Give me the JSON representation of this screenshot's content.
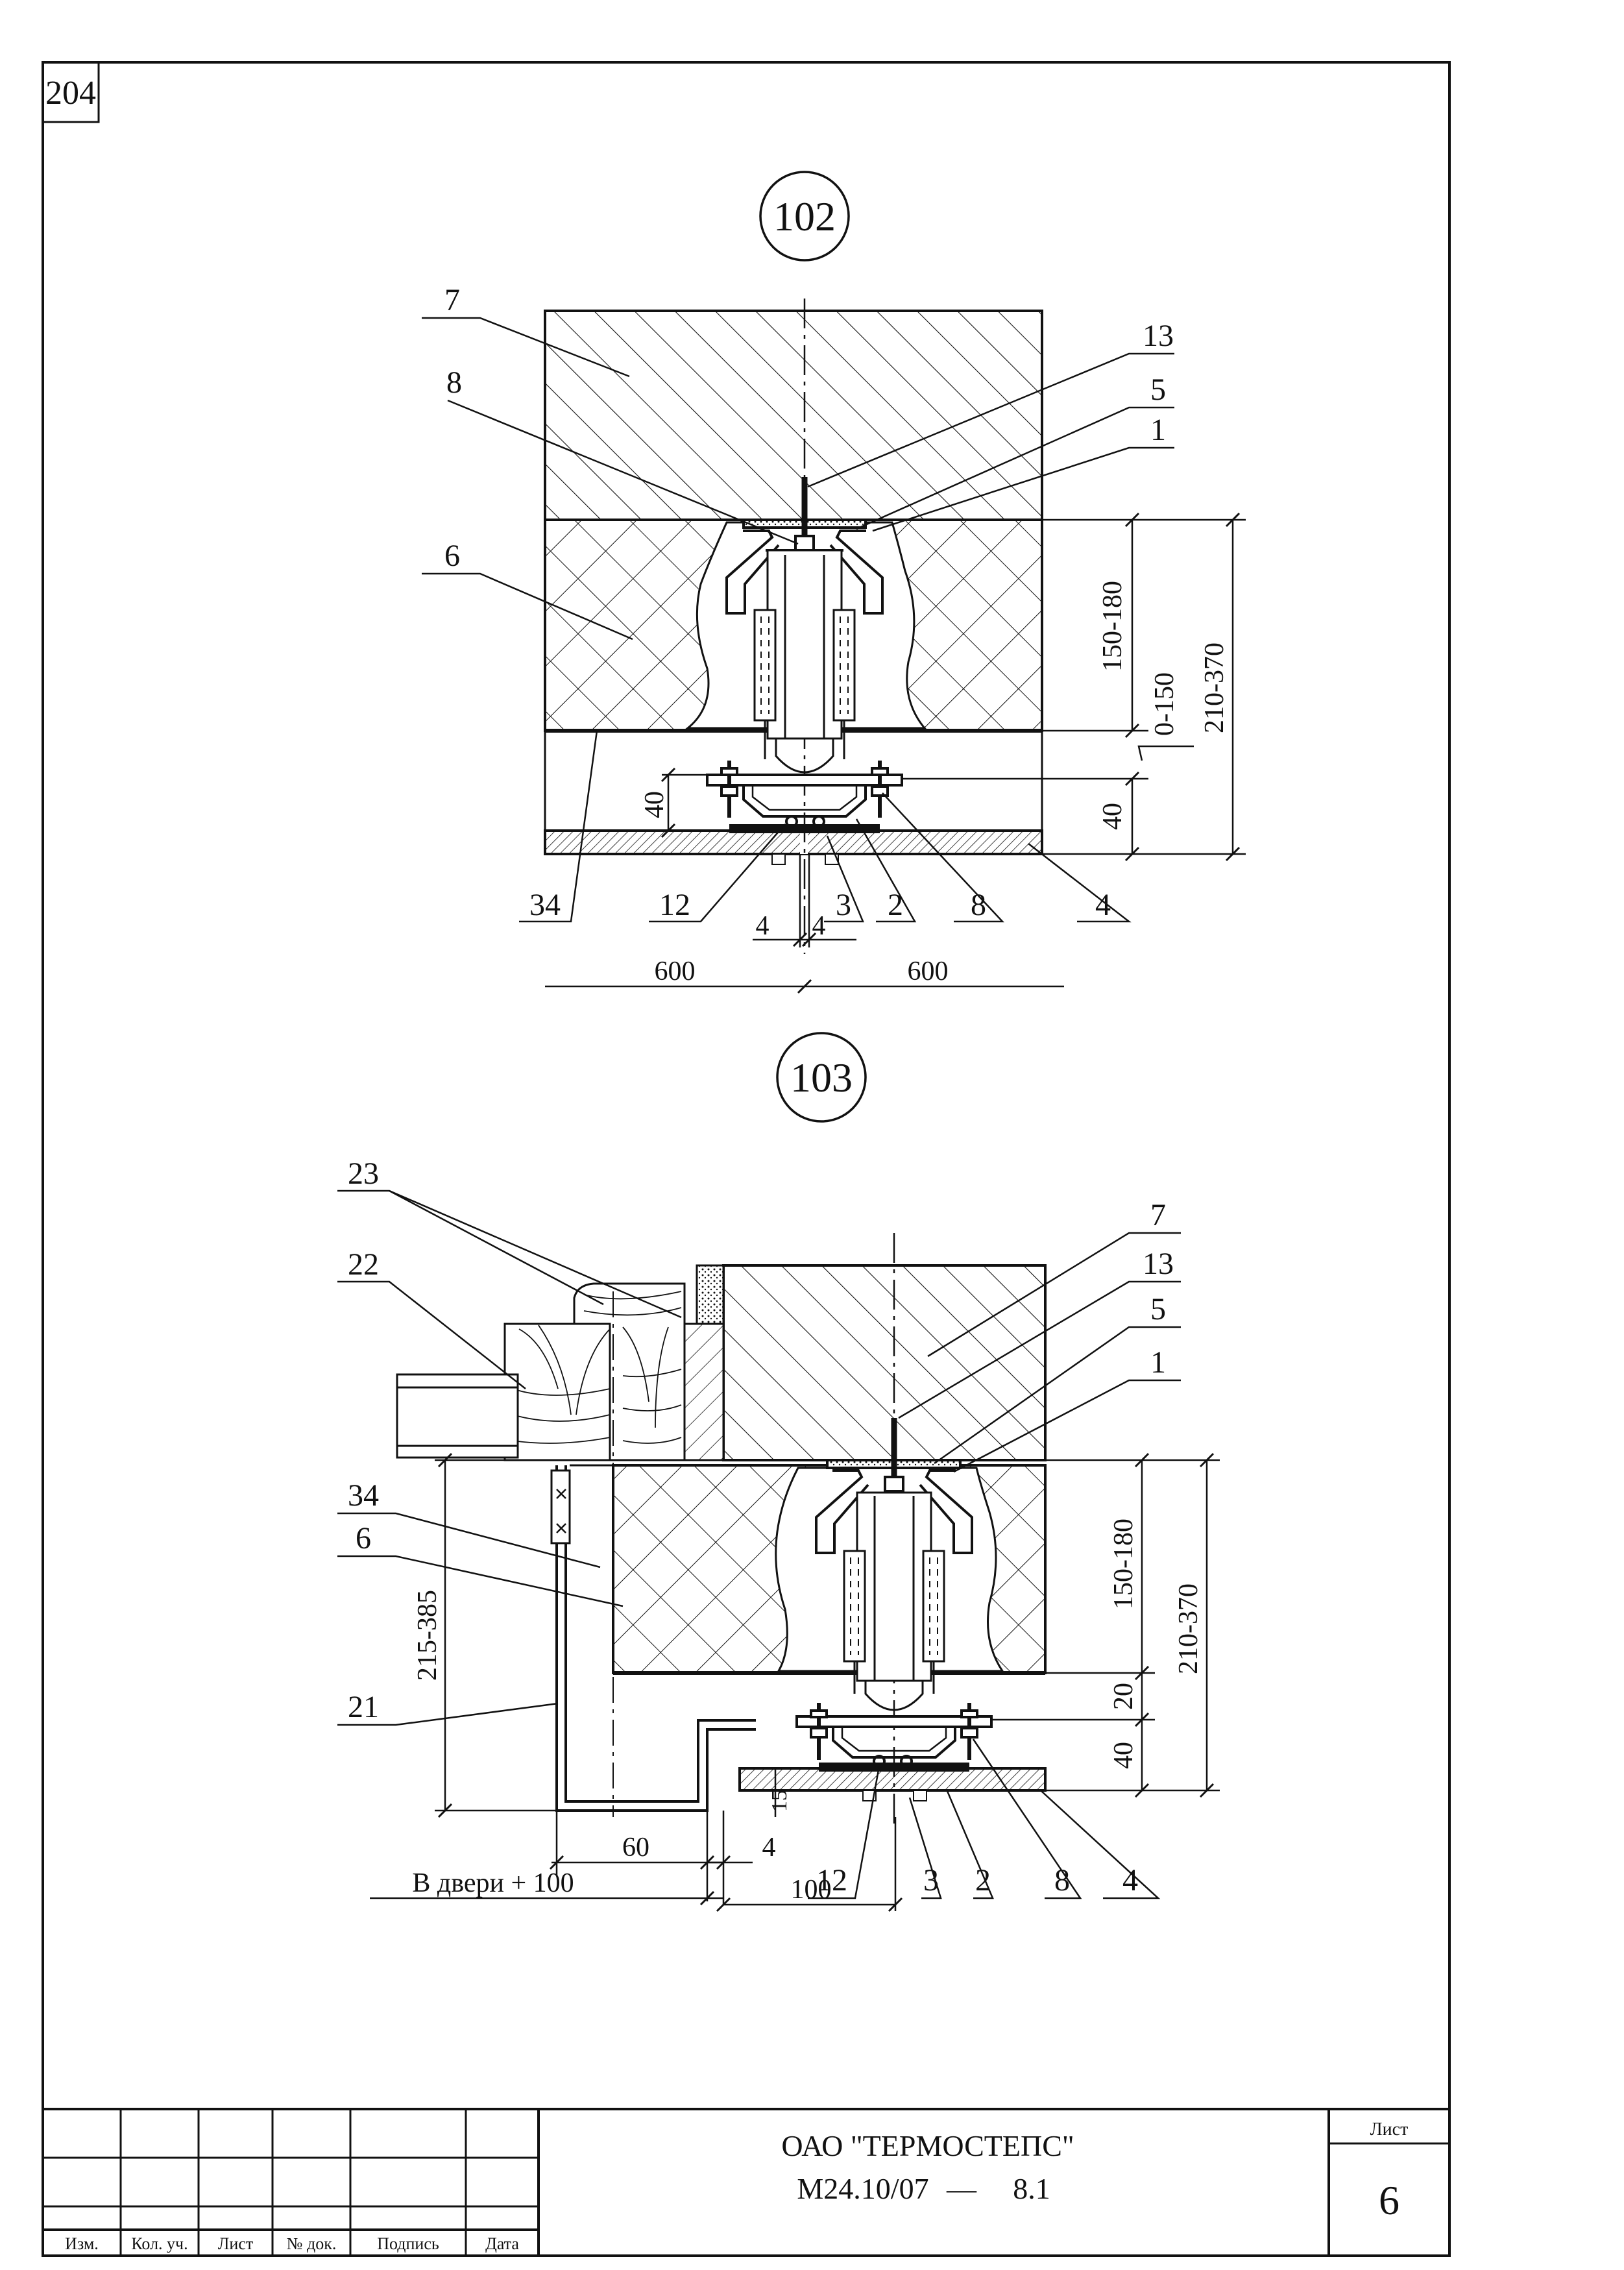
{
  "sheet": {
    "page_number": "204",
    "organization": "ОАО \"ТЕРМОСТЕПС\"",
    "document_code": "М24.10/07",
    "dash": "—",
    "section_number": "8.1",
    "sheet_label": "Лист",
    "sheet_number": "6",
    "stamp_columns": [
      "Изм.",
      "Кол. уч.",
      "Лист",
      "№ док.",
      "Подпись",
      "Дата"
    ]
  },
  "detail_102": {
    "id": "102",
    "callouts": [
      "7",
      "8",
      "13",
      "5",
      "1",
      "6",
      "34",
      "12",
      "3",
      "2",
      "8",
      "4"
    ],
    "dimensions": {
      "d_150_180": "150-180",
      "d_0_150": "0-150",
      "d_210_370": "210-370",
      "d_40_left": "40",
      "d_40_right": "40",
      "d_4_left": "4",
      "d_4_right": "4",
      "d_600_left": "600",
      "d_600_right": "600"
    }
  },
  "detail_103": {
    "id": "103",
    "callouts": [
      "23",
      "22",
      "7",
      "13",
      "5",
      "1",
      "34",
      "6",
      "21",
      "12",
      "3",
      "2",
      "8",
      "4"
    ],
    "dimensions": {
      "d_150_180": "150-180",
      "d_210_370": "210-370",
      "d_20": "20",
      "d_40": "40",
      "d_215_385": "215-385",
      "d_15": "15",
      "d_60": "60",
      "d_4": "4",
      "d_100": "100",
      "door_note": "В двери + 100"
    }
  },
  "colors": {
    "line": "#111111",
    "background": "#ffffff"
  }
}
